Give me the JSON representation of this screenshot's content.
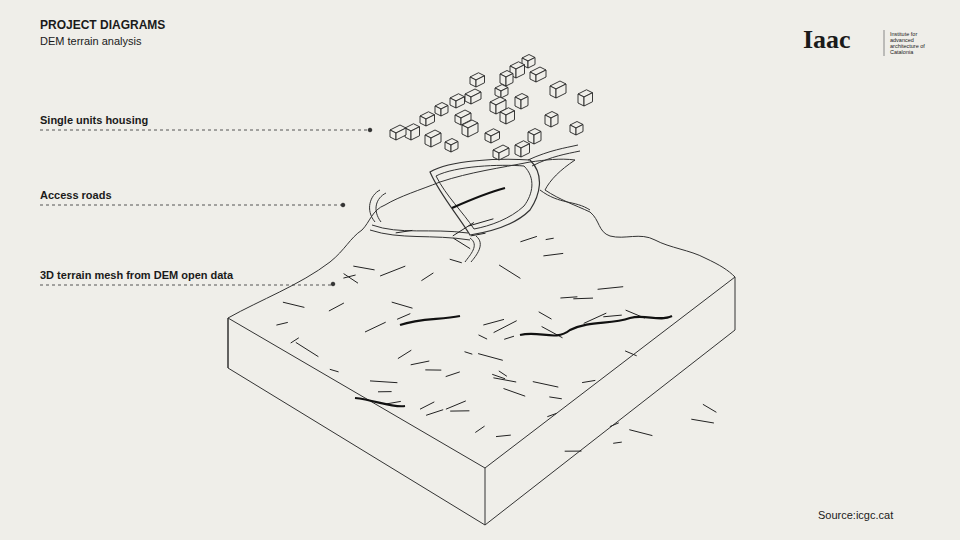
{
  "diagram": {
    "title": "PROJECT DIAGRAMS",
    "labels": [
      "DEM terrain analysis",
      "Single units housing",
      "Access roads",
      "3D terrain mesh from DEM open data",
      "Iaac",
      "Institute for advanced architecture of Catalonia",
      "Source:icgc.cat"
    ]
  }
}
